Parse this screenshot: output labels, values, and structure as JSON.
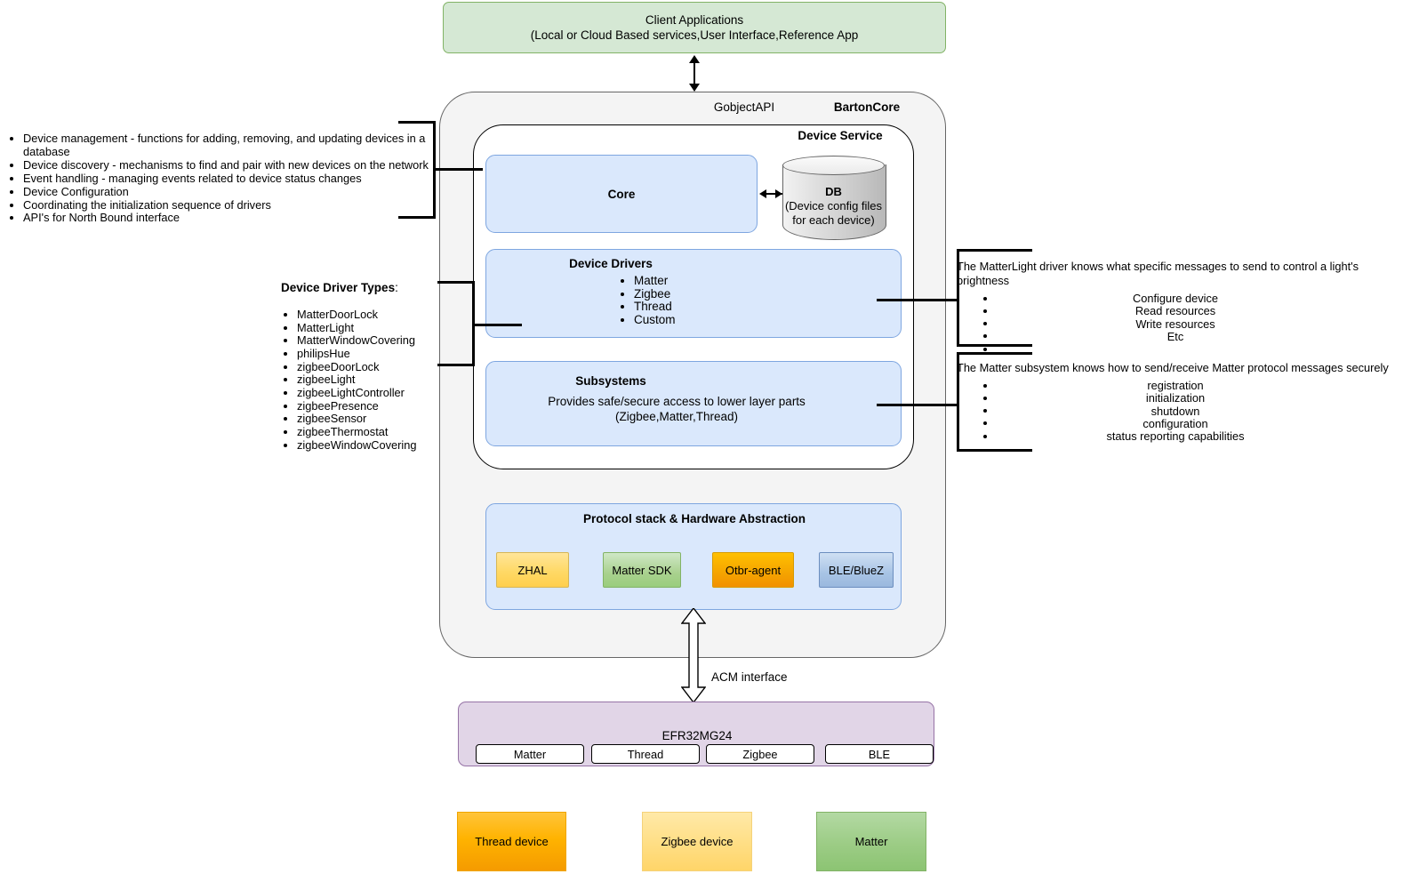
{
  "client_apps": {
    "line1": "Client Applications",
    "line2": "(Local or Cloud Based services,User Interface,Reference App"
  },
  "barton_core": {
    "gobject_api_label": "GobjectAPI",
    "title": "BartonCore",
    "device_service": {
      "title": "Device Service",
      "core": {
        "label": "Core"
      },
      "db": {
        "name": "DB",
        "desc_line1": "(Device config files",
        "desc_line2": "for each device)"
      },
      "device_drivers": {
        "title": "Device Drivers",
        "items": [
          "Matter",
          "Zigbee",
          "Thread",
          "Custom"
        ]
      },
      "subsystems": {
        "title": "Subsystems",
        "desc_line1": "Provides safe/secure access to lower layer parts",
        "desc_line2": "(Zigbee,Matter,Thread)"
      }
    },
    "protocol_stack": {
      "title": "Protocol stack & Hardware Abstraction",
      "chips": [
        "ZHAL",
        "Matter SDK",
        "Otbr-agent",
        "BLE/BlueZ"
      ]
    }
  },
  "acm": {
    "label": "ACM interface"
  },
  "efr32": {
    "label": "EFR32MG24",
    "chips": [
      "Matter",
      "Thread",
      "Zigbee",
      "BLE"
    ]
  },
  "legend": [
    {
      "label": "Thread device",
      "color": "#ffb300"
    },
    {
      "label": "Zigbee device",
      "color": "#ffdf87"
    },
    {
      "label": "Matter",
      "color": "#9ccc85"
    }
  ],
  "left_callout": {
    "items": [
      "Device management - functions for adding, removing, and updating devices in a database",
      "Device discovery - mechanisms to find and pair with new devices on the network",
      "Event handling - managing events related to device status changes",
      "Device Configuration",
      "Coordinating the initialization sequence of drivers",
      "API's for North Bound interface"
    ]
  },
  "driver_types": {
    "title": "Device Driver Types",
    "title_suffix": ":",
    "items": [
      "MatterDoorLock",
      "MatterLight",
      "MatterWindowCovering",
      "philipsHue",
      "zigbeeDoorLock",
      "zigbeeLight",
      "zigbeeLightController",
      "zigbeePresence",
      "zigbeeSensor",
      "zigbeeThermostat",
      "zigbeeWindowCovering"
    ]
  },
  "right_callout_drivers": {
    "heading": "The MatterLight driver knows what specific messages to send to control a light's brightness",
    "items": [
      "Configure device",
      "Read resources",
      "Write resources",
      "Etc",
      ""
    ]
  },
  "right_callout_subsystems": {
    "heading": "The Matter subsystem knows how to send/receive Matter protocol messages securely",
    "items": [
      "registration",
      "initialization",
      "shutdown",
      "configuration",
      "status reporting capabilities"
    ]
  }
}
